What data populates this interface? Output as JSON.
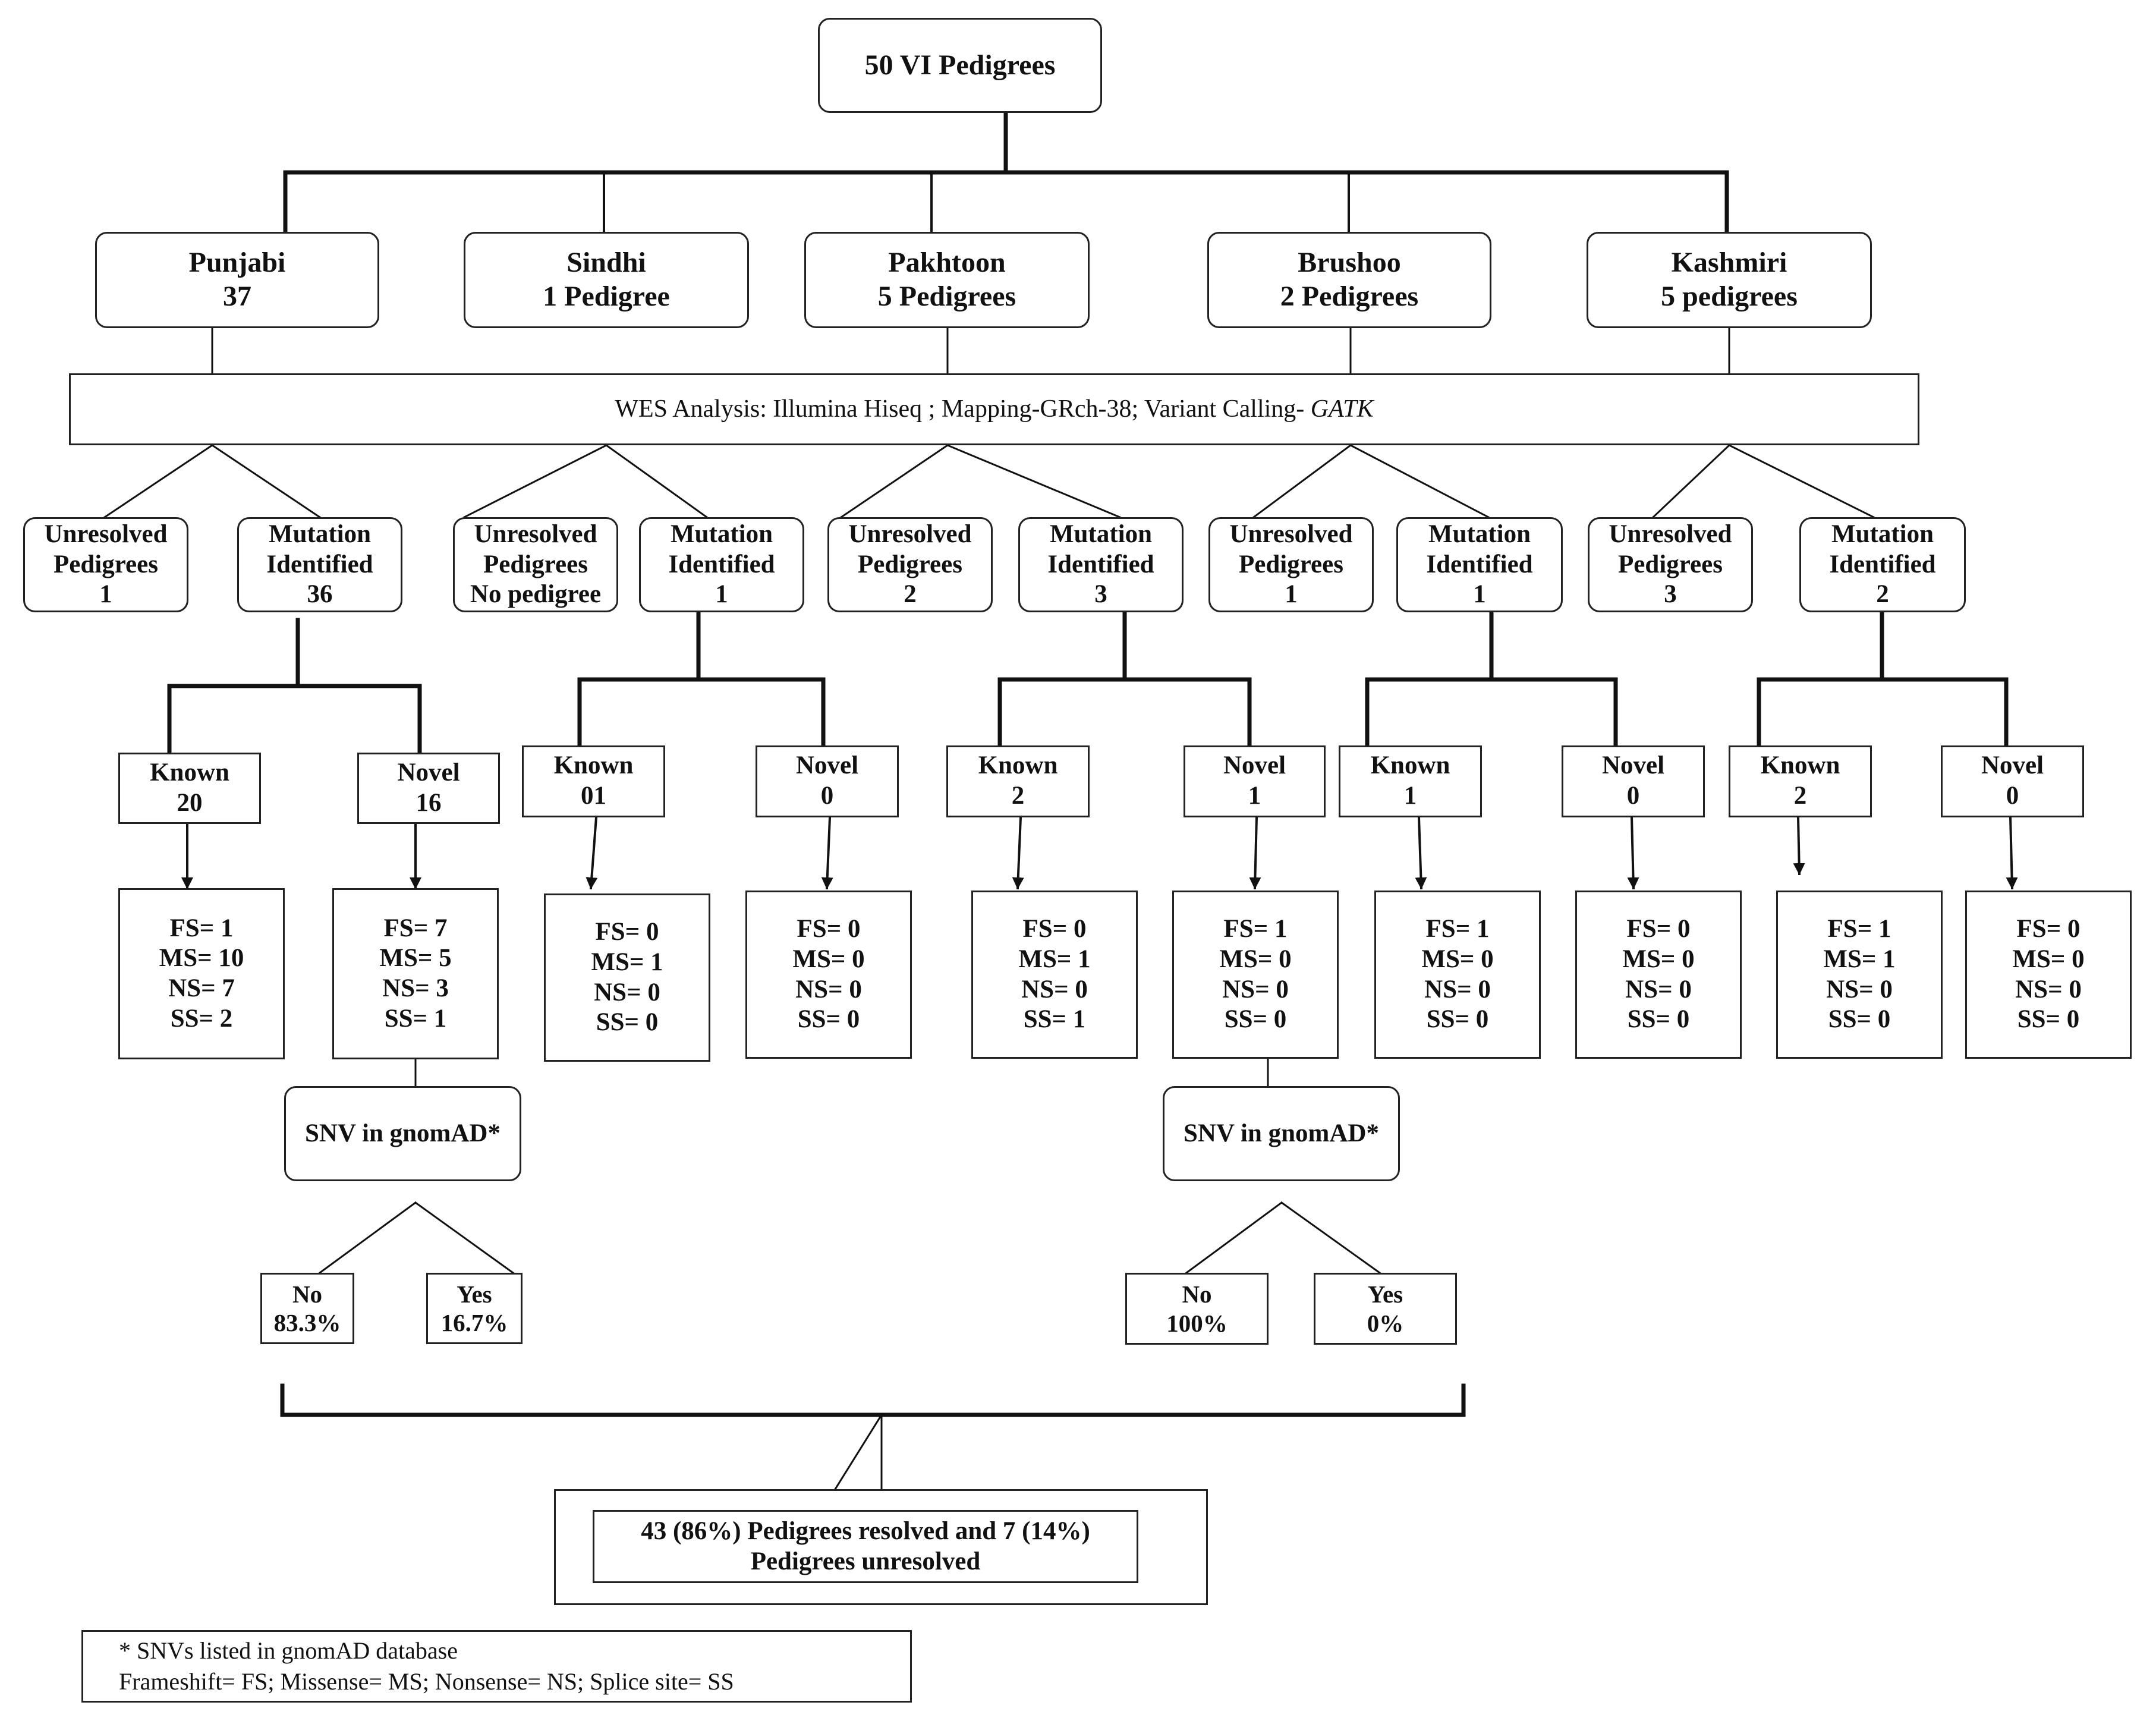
{
  "root": "50 VI Pedigrees",
  "groups": [
    {
      "name": "Punjabi",
      "count": "37"
    },
    {
      "name": "Sindhi",
      "count": "1 Pedigree"
    },
    {
      "name": "Pakhtoon",
      "count": "5 Pedigrees"
    },
    {
      "name": "Brushoo",
      "count": "2 Pedigrees"
    },
    {
      "name": "Kashmiri",
      "count": "5 pedigrees"
    }
  ],
  "wes": {
    "text": "WES Analysis: Illumina Hiseq ; Mapping-GRch-38; Variant Calling- ",
    "tool": "GATK"
  },
  "labels": {
    "unresolved": [
      "Unresolved",
      "Pedigrees"
    ],
    "mutation": [
      "Mutation",
      "Identified"
    ],
    "known": "Known",
    "novel": "Novel",
    "snv": "SNV in gnomAD*",
    "no": "No",
    "yes": "Yes"
  },
  "unresolved_values": [
    "1",
    "No pedigree",
    "2",
    "1",
    "3"
  ],
  "mutation_values": [
    "36",
    "1",
    "3",
    "1",
    "2"
  ],
  "known_values": [
    "20",
    "01",
    "2",
    "1",
    "2"
  ],
  "novel_values": [
    "16",
    "0",
    "1",
    "0",
    "0"
  ],
  "variant_stats": [
    [
      "FS= 1",
      "MS= 10",
      "NS= 7",
      "SS= 2"
    ],
    [
      "FS= 7",
      "MS= 5",
      "NS= 3",
      "SS= 1"
    ],
    [
      "FS= 0",
      "MS= 1",
      "NS= 0",
      "SS= 0"
    ],
    [
      "FS= 0",
      "MS= 0",
      "NS= 0",
      "SS= 0"
    ],
    [
      "FS= 0",
      "MS= 1",
      "NS= 0",
      "SS= 1"
    ],
    [
      "FS= 1",
      "MS= 0",
      "NS= 0",
      "SS= 0"
    ],
    [
      "FS= 1",
      "MS= 0",
      "NS= 0",
      "SS= 0"
    ],
    [
      "FS= 0",
      "MS= 0",
      "NS= 0",
      "SS= 0"
    ],
    [
      "FS= 1",
      "MS= 1",
      "NS= 0",
      "SS= 0"
    ],
    [
      "FS= 0",
      "MS= 0",
      "NS= 0",
      "SS= 0"
    ]
  ],
  "gnomad_left": {
    "no": "83.3%",
    "yes": "16.7%"
  },
  "gnomad_right": {
    "no": "100%",
    "yes": "0%"
  },
  "summary": [
    "43 (86%) Pedigrees resolved and 7 (14%)",
    "Pedigrees unresolved"
  ],
  "footnote": [
    "* SNVs listed in gnomAD database",
    "Frameshift= FS; Missense= MS; Nonsense= NS; Splice site= SS"
  ]
}
